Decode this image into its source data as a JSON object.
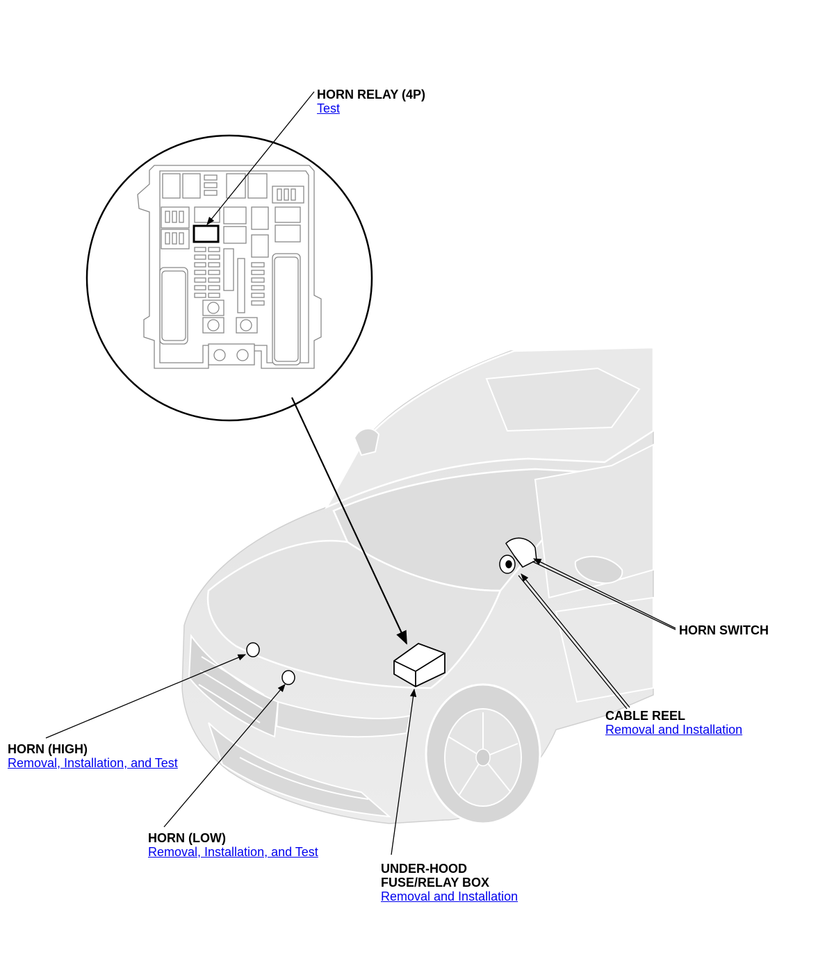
{
  "callouts": {
    "horn_relay": {
      "title": "HORN RELAY (4P)",
      "link": "Test"
    },
    "horn_switch": {
      "title": "HORN SWITCH"
    },
    "cable_reel": {
      "title": "CABLE REEL",
      "link": "Removal and Installation"
    },
    "horn_high": {
      "title": "HORN (HIGH)",
      "link": "Removal, Installation, and Test"
    },
    "horn_low": {
      "title": "HORN (LOW)",
      "link": "Removal, Installation, and Test"
    },
    "fuse_box": {
      "title_line1": "UNDER-HOOD",
      "title_line2": "FUSE/RELAY BOX",
      "link": "Removal and Installation"
    }
  },
  "colors": {
    "link": "#0000ee",
    "car_fill": "#e6e6e6",
    "car_line": "#ffffff",
    "leader": "#000000"
  }
}
